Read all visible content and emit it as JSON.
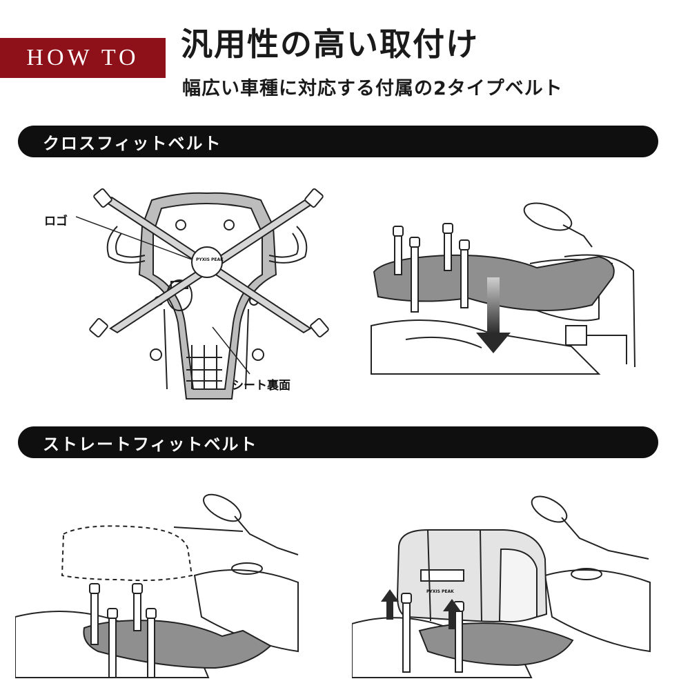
{
  "header": {
    "badge": "HOW TO",
    "title": "汎用性の高い取付け",
    "subtitle": "幅広い車種に対応する付属の2タイプベルト"
  },
  "sections": [
    {
      "heading": "クロスフィットベルト",
      "callouts": {
        "logo": "ロゴ",
        "seat_back": "シート裏面"
      },
      "brand_mark": "PYXIS PEAK"
    },
    {
      "heading": "ストレートフィットベルト",
      "brand_mark": "PYXIS PEAK"
    }
  ]
}
